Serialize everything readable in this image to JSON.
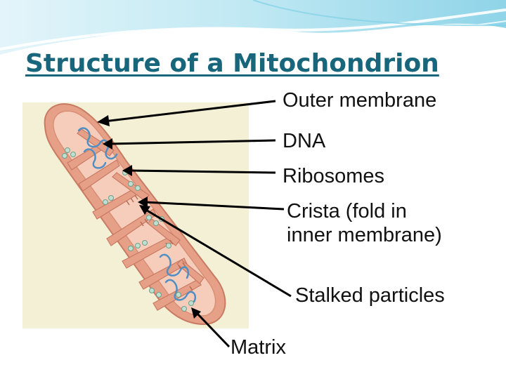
{
  "slide": {
    "title": "Structure of a Mitochondrion",
    "colors": {
      "title": "#17667b",
      "wave_light": "#cfeef6",
      "wave_accent": "#7fd0e6",
      "outer_membrane": "#e6a087",
      "matrix": "#f4c7b4",
      "dna": "#4f8fc4",
      "ribosome": "#7fb3a0",
      "panel": "#f3f0d6"
    }
  },
  "labels": {
    "outer_membrane": "Outer membrane",
    "dna": "DNA",
    "ribosomes": "Ribosomes",
    "crista_line1": "Crista (fold in",
    "crista_line2": "inner membrane)",
    "stalked_particles": "Stalked particles",
    "matrix": "Matrix"
  }
}
